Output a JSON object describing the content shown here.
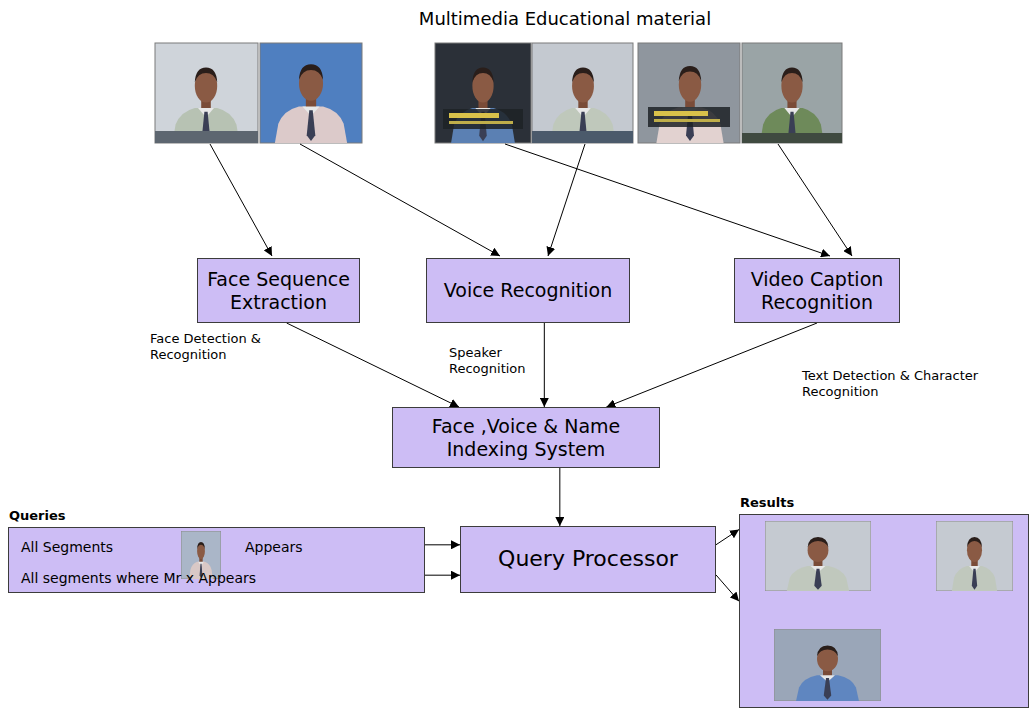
{
  "diagram": {
    "title": "Multimedia Educational material",
    "nodes": [
      {
        "text": [
          "Face Sequence Extraction"
        ]
      },
      {
        "text": [
          "Voice Recognition"
        ]
      },
      {
        "text": [
          "Video Caption Recognition"
        ]
      },
      {
        "text": [
          "Face ,Voice & Name Indexing System"
        ]
      },
      {
        "text": [
          "Queries",
          "All Segments",
          "Appears",
          "All segments where Mr x Appears"
        ]
      },
      {
        "text": [
          "Query Processor"
        ]
      },
      {
        "text": [
          "Results"
        ]
      }
    ],
    "edges": [
      {
        "from": 0,
        "to": 3,
        "arrow": "to",
        "label": "Face Detection & Recognition"
      },
      {
        "from": 1,
        "to": 3,
        "arrow": "to",
        "label": "Speaker Recognition"
      },
      {
        "from": 2,
        "to": 3,
        "arrow": "to",
        "label": "Text Detection & Character Recognition"
      },
      {
        "from": 3,
        "to": 5,
        "arrow": "to"
      },
      {
        "from": 4,
        "to": 5,
        "arrow": "to"
      },
      {
        "from": 4,
        "to": 5,
        "arrow": "to"
      },
      {
        "from": 5,
        "to": 6,
        "arrow": "to"
      },
      {
        "from": 5,
        "to": 6,
        "arrow": "to"
      }
    ]
  }
}
